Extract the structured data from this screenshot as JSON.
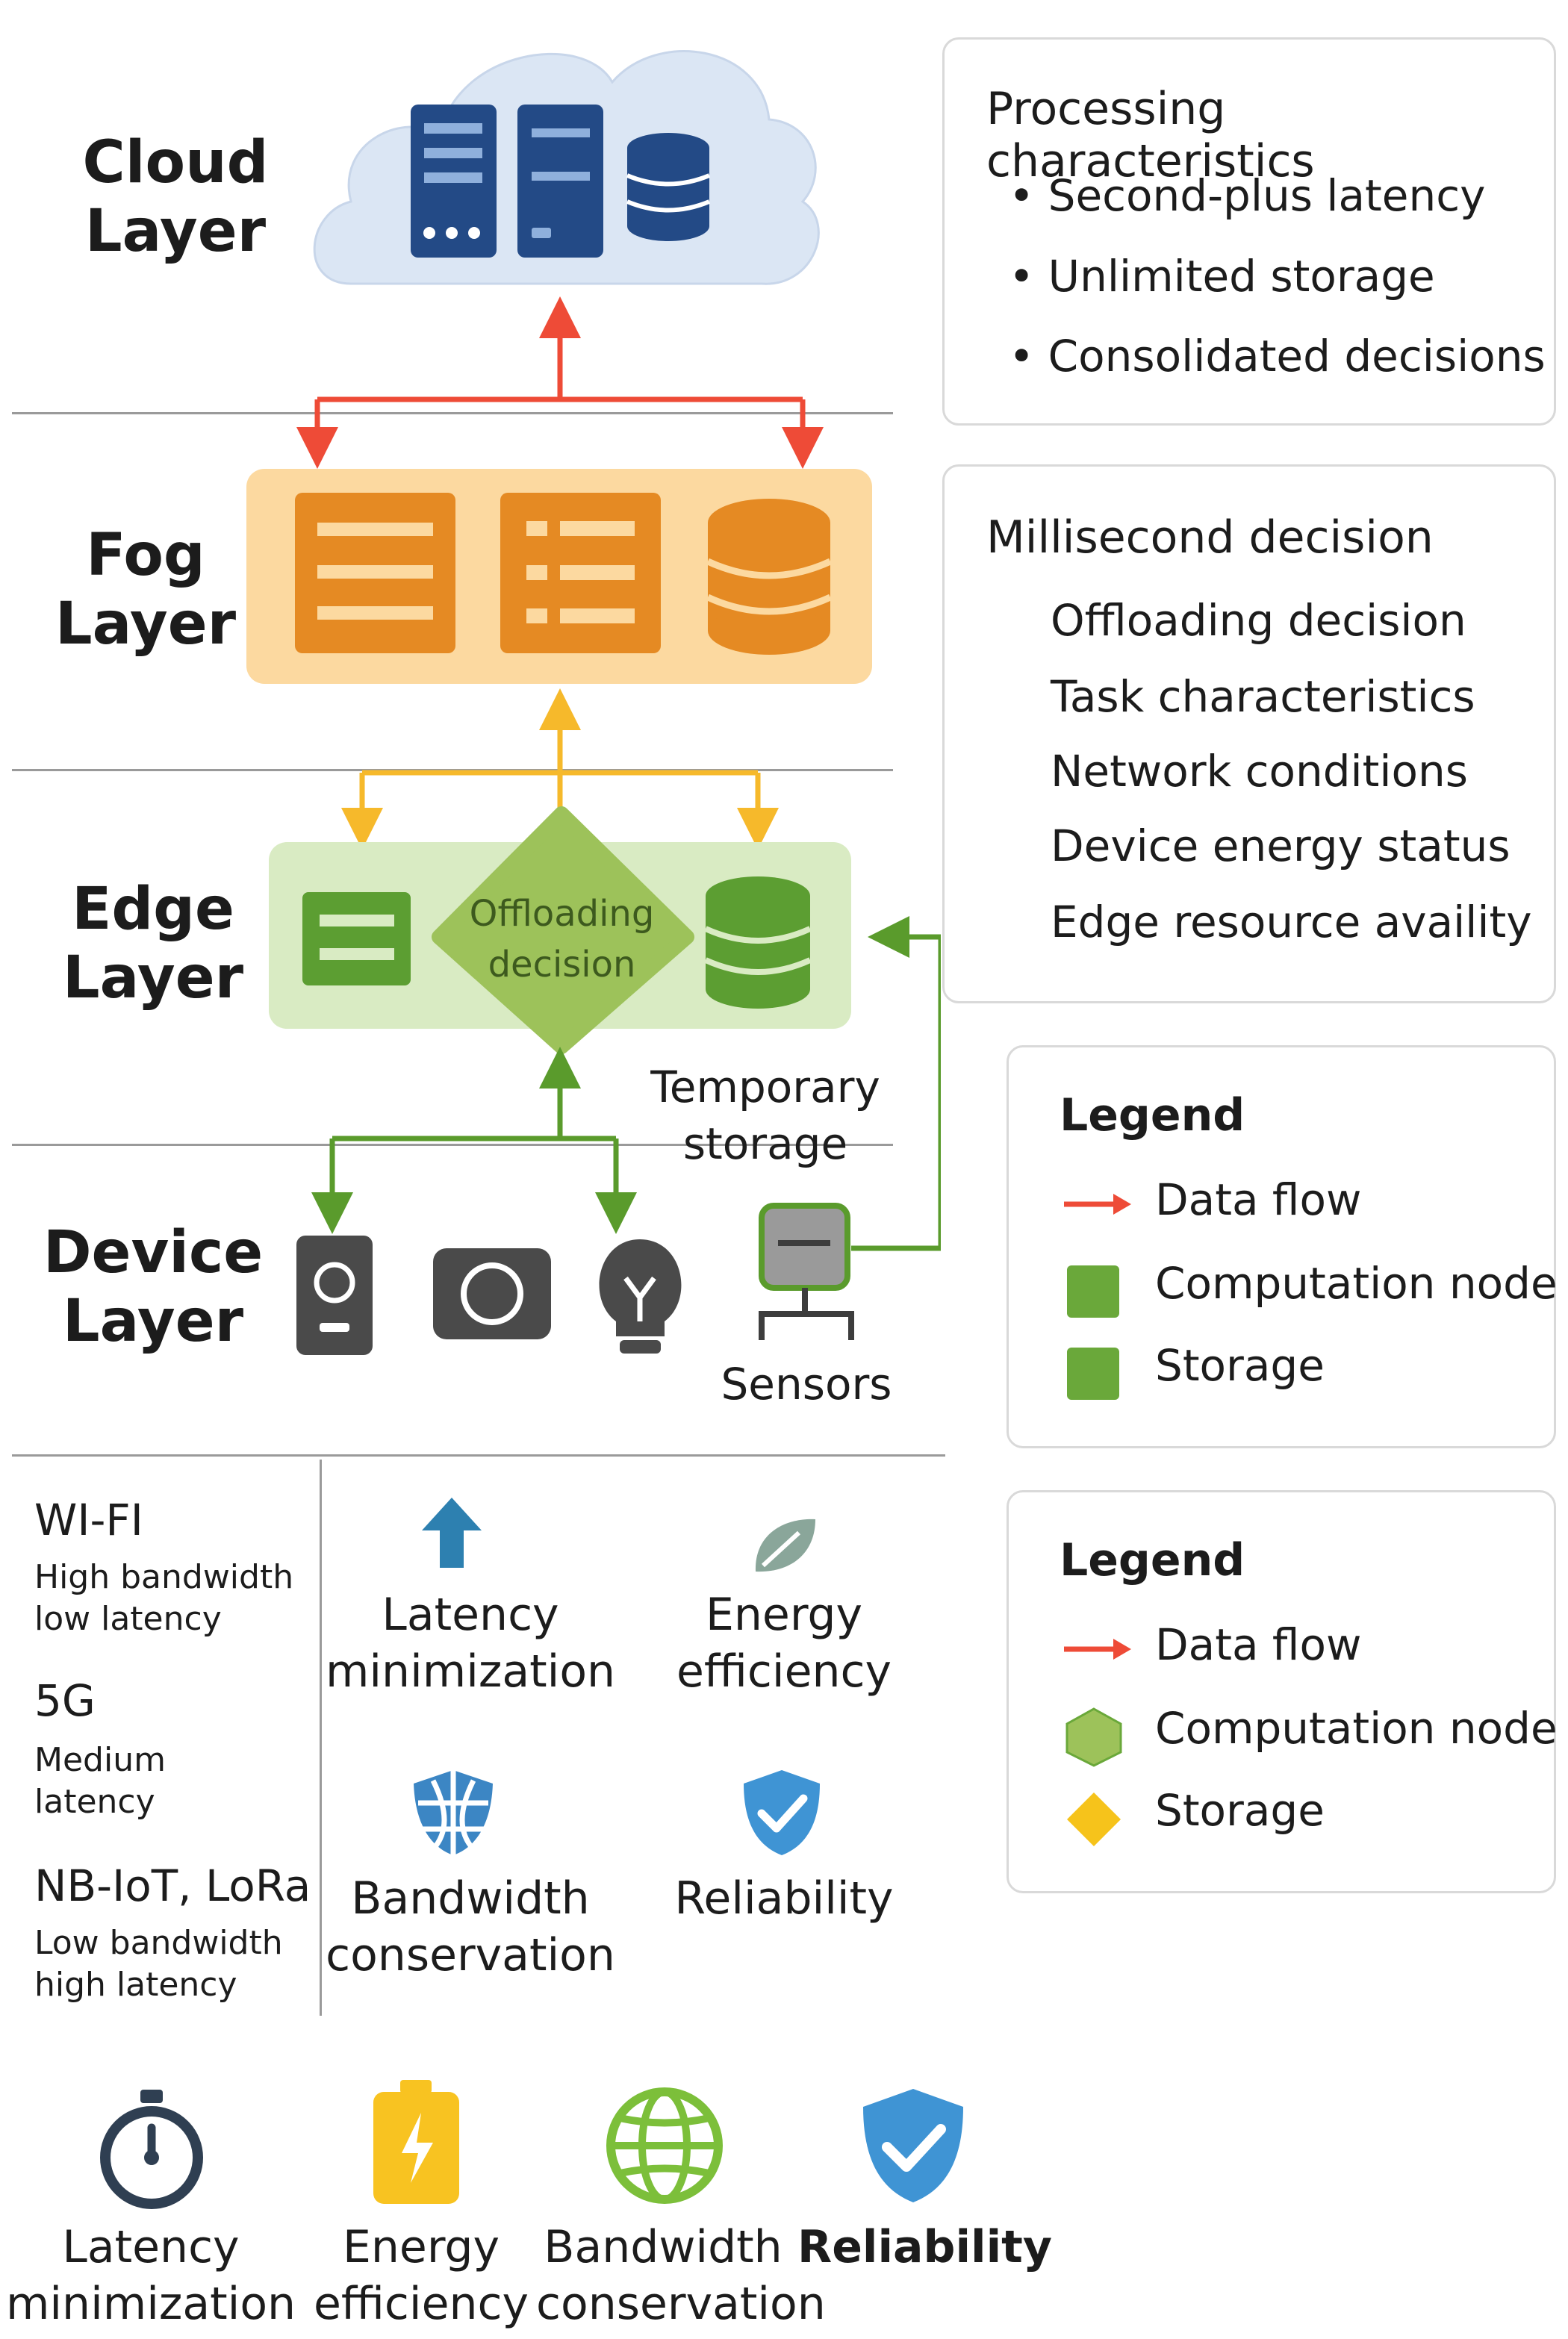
{
  "layers": {
    "cloud": [
      "Cloud",
      "Layer"
    ],
    "fog": [
      "Fog",
      "Layer"
    ],
    "edge": [
      "Edge",
      "Layer"
    ],
    "device": [
      "Device",
      "Layer"
    ]
  },
  "edge_labels": {
    "offloading": [
      "Offloading",
      "decision"
    ],
    "temporary_storage": [
      "Temporary",
      "storage"
    ],
    "sensors": "Sensors"
  },
  "processing_panel": {
    "title": "Processing characteristics",
    "items": [
      "Second-plus latency",
      "Unlimited storage",
      "Consolidated decisions"
    ]
  },
  "decision_panel": {
    "title": "Millisecond decision",
    "items": [
      "Offloading decision",
      "Task characteristics",
      "Network conditions",
      "Device energy status",
      "Edge resource availity"
    ]
  },
  "legend1": {
    "title": "Legend",
    "items": [
      "Data flow",
      "Computation node",
      "Storage"
    ]
  },
  "legend2": {
    "title": "Legend",
    "items": [
      "Data flow",
      "Computation node",
      "Storage"
    ]
  },
  "networks": [
    {
      "name": "WI-FI",
      "desc": [
        "High bandwidth",
        "low latency"
      ]
    },
    {
      "name": "5G",
      "desc": [
        "Medium",
        "latency"
      ]
    },
    {
      "name": "NB-IoT, LoRa",
      "desc": [
        "Low bandwidth",
        "high latency"
      ]
    }
  ],
  "goals": [
    {
      "label": [
        "Latency",
        "minimization"
      ],
      "icon": "arrow-up-icon"
    },
    {
      "label": [
        "Energy",
        "efficiency"
      ],
      "icon": "leaf-icon"
    },
    {
      "label": [
        "Bandwidth",
        "conservation"
      ],
      "icon": "globe-icon"
    },
    {
      "label": [
        "Reliability"
      ],
      "icon": "shield-check-icon"
    }
  ],
  "bottom_goals": [
    {
      "label": [
        "Latency",
        "minimization"
      ],
      "icon": "stopwatch-icon"
    },
    {
      "label": [
        "Energy",
        "efficiency"
      ],
      "icon": "battery-icon"
    },
    {
      "label": [
        "Bandwidth",
        "conservation"
      ],
      "icon": "globe-icon"
    },
    {
      "label": [
        "Reliability"
      ],
      "icon": "shield-check-icon"
    }
  ],
  "colors": {
    "cloud": "#dbe6f4",
    "cloud_server": "#234a86",
    "fog_bg": "#fcd9a0",
    "fog_node": "#e58a23",
    "edge_bg": "#d9ebc3",
    "edge_node": "#5c9e32",
    "red_arrow": "#ee4b37",
    "yellow_arrow": "#f6b92b",
    "green_arrow": "#5a9b2c"
  }
}
